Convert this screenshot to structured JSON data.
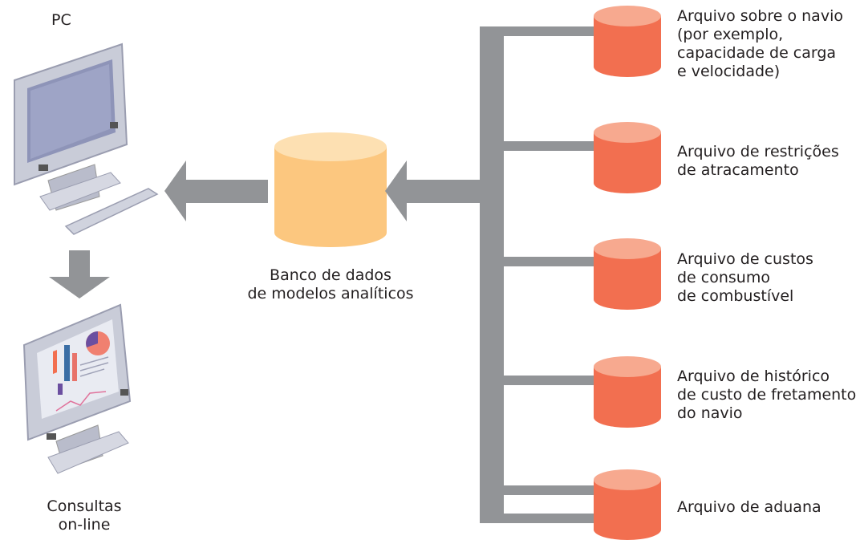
{
  "pc_label": "PC",
  "online_label": [
    "Consultas",
    "on-line"
  ],
  "database_label": [
    "Banco de dados",
    "de modelos analíticos"
  ],
  "files": [
    {
      "lines": [
        "Arquivo sobre o navio",
        "(por exemplo,",
        "capacidade de carga",
        "e velocidade)"
      ]
    },
    {
      "lines": [
        "Arquivo de restrições",
        "de atracamento"
      ]
    },
    {
      "lines": [
        "Arquivo de custos",
        "de consumo",
        "de combustível"
      ]
    },
    {
      "lines": [
        "Arquivo de histórico",
        "de custo de fretamento",
        "do navio"
      ]
    },
    {
      "lines": [
        "Arquivo de aduana"
      ]
    }
  ],
  "colors": {
    "file_cylinder": "#f26f50",
    "file_cylinder_top": "#f7a98f",
    "database_cylinder": "#fcc77f",
    "database_cylinder_top": "#fde0b2",
    "arrow": "#929497",
    "monitor_frame": "#c9ccd8",
    "screen": "#8e94b8"
  }
}
